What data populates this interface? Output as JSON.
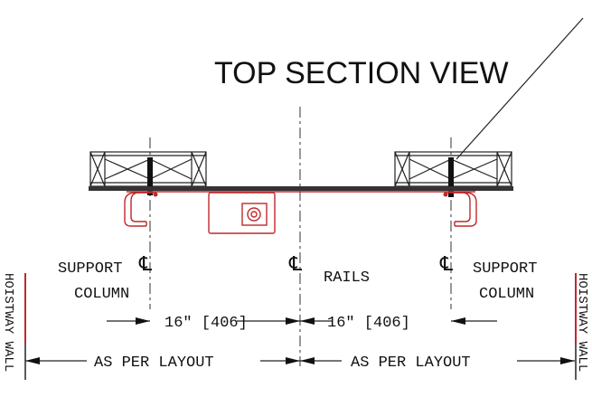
{
  "title": "TOP SECTION VIEW",
  "labels": {
    "support_left_1": "SUPPORT",
    "support_left_2": "COLUMN",
    "rails": "RAILS",
    "support_right_1": "SUPPORT",
    "support_right_2": "COLUMN",
    "centerline_symbol": "℄"
  },
  "dimensions": {
    "left": "16\" [406]",
    "right": "16\" [406]",
    "layout_left": "AS PER LAYOUT",
    "layout_right": "AS PER LAYOUT"
  },
  "walls": {
    "left": "HOISTWAY WALL",
    "right": "HOISTWAY WALL"
  },
  "colors": {
    "linework": "#222222",
    "detail_red": "#c0282a"
  }
}
